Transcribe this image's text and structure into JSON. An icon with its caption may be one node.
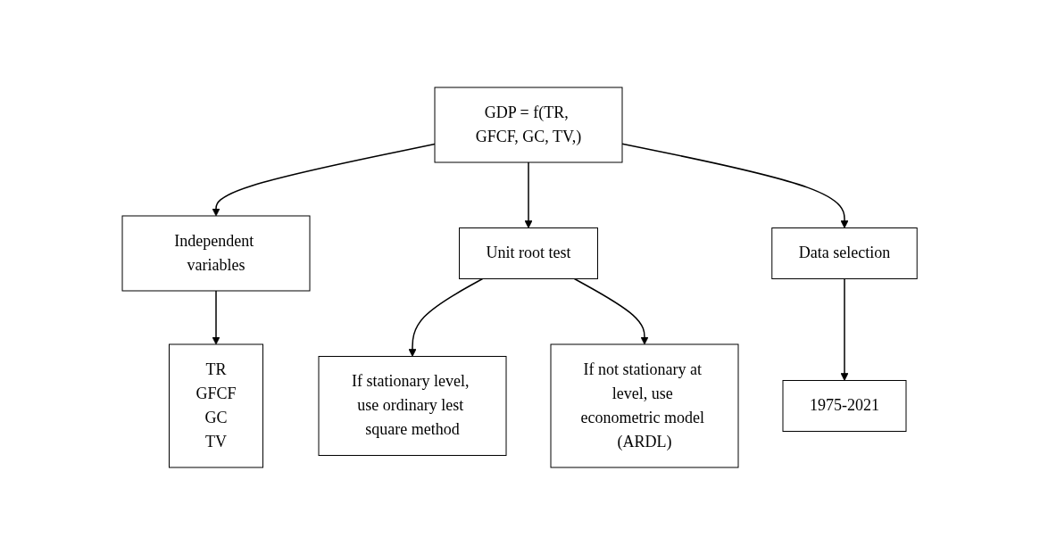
{
  "diagram": {
    "nodes": [
      {
        "text": [
          "GDP = f(TR, GFCF, GC, TV,)"
        ]
      },
      {
        "text": [
          "Independent variables"
        ]
      },
      {
        "text": [
          "Unit root test"
        ]
      },
      {
        "text": [
          "Data selection"
        ]
      },
      {
        "text": [
          "TR",
          "GFCF",
          "GC",
          "TV"
        ]
      },
      {
        "text": [
          "If stationary level, use ordinary lest square method"
        ]
      },
      {
        "text": [
          "If not stationary at level, use econometric model (ARDL)"
        ]
      },
      {
        "text": [
          "1975-2021"
        ]
      }
    ],
    "edges": [
      {
        "from": 0,
        "to": 1,
        "arrow": "to"
      },
      {
        "from": 0,
        "to": 2,
        "arrow": "to"
      },
      {
        "from": 0,
        "to": 3,
        "arrow": "to"
      },
      {
        "from": 1,
        "to": 4,
        "arrow": "to"
      },
      {
        "from": 2,
        "to": 5,
        "arrow": "to"
      },
      {
        "from": 2,
        "to": 6,
        "arrow": "to"
      },
      {
        "from": 3,
        "to": 7,
        "arrow": "to"
      }
    ]
  }
}
